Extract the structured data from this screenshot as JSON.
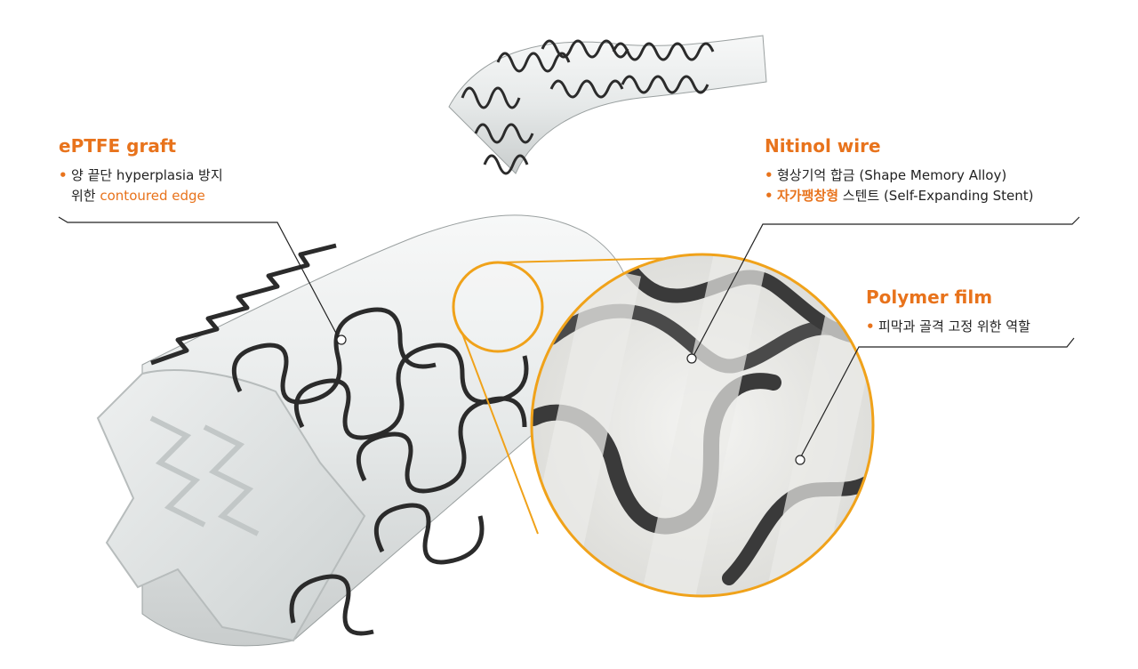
{
  "colors": {
    "accent": "#e8731c",
    "text": "#222222",
    "wire": "#2b2b2b",
    "graft": "#e9ecec",
    "lens_ring": "#f0a21a"
  },
  "callouts": {
    "eptfe": {
      "title": "ePTFE graft",
      "line1": "양 끝단 hyperplasia 방지",
      "line2_prefix": "위한 ",
      "line2_highlight": "contoured edge"
    },
    "nitinol": {
      "title": "Nitinol wire",
      "item1": "형상기억 합금 (Shape Memory Alloy)",
      "item2_highlight": "자가팽창형",
      "item2_rest": " 스텐트 (Self-Expanding Stent)"
    },
    "polymer": {
      "title": "Polymer film",
      "item1": "피막과 골격 고정 위한 역할"
    }
  }
}
